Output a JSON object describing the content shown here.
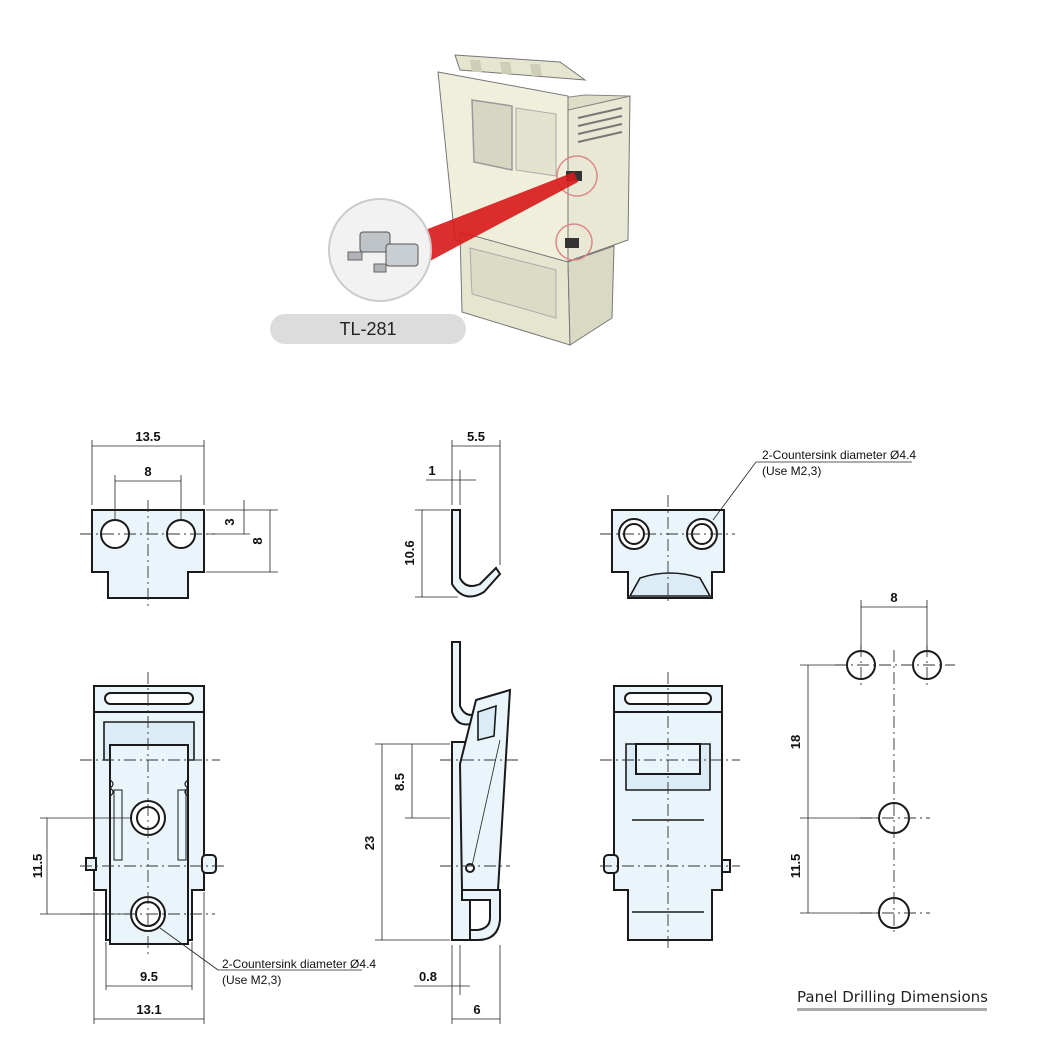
{
  "product": {
    "model_label": "TL-281"
  },
  "dimensions": {
    "top_width": "13.5",
    "top_hole_spacing": "8",
    "top_hole_offset": "3",
    "top_height": "8",
    "hook_depth": "5.5",
    "hook_thickness": "1",
    "hook_height": "10.6",
    "main_hole_spacing": "11.5",
    "main_inner_width": "9.5",
    "main_width": "13.1",
    "side_upper": "8.5",
    "side_total": "23",
    "side_plate": "0.8",
    "side_width": "6",
    "drill_spacing_x": "8",
    "drill_spacing_y1": "18",
    "drill_spacing_y2": "11.5"
  },
  "notes": {
    "countersink_1": "2-Countersink diameter Ø4.4",
    "countersink_1_use": "(Use M2,3)",
    "countersink_2": "2-Countersink diameter Ø4.4",
    "countersink_2_use": "(Use M2,3)"
  },
  "captions": {
    "panel_drilling": "Panel Drilling Dimensions"
  },
  "colors": {
    "part_fill": "#eaf4fb",
    "laser": "#d81818",
    "box_body": "#eeeed8",
    "pill": "#dcdcdc"
  }
}
